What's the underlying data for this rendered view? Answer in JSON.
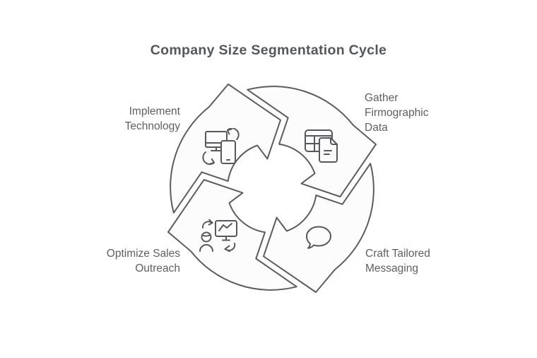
{
  "title": "Company Size Segmentation Cycle",
  "diagram": {
    "type": "cycle",
    "direction": "clockwise",
    "arrow_count": 4,
    "colors": {
      "arrow_outline": "#5b5d5f",
      "arrow_fill": "#fcfcfc",
      "icon_stroke": "#56585b",
      "label_text": "#5d5f62",
      "title_text": "#55575a",
      "background": "#ffffff"
    },
    "steps": [
      {
        "label": "Gather\nFirmographic\nData",
        "position": "top-right",
        "icon": "table-document-icon"
      },
      {
        "label": "Craft Tailored\nMessaging",
        "position": "bottom-right",
        "icon": "speech-bubble-icon"
      },
      {
        "label": "Optimize Sales\nOutreach",
        "position": "bottom-left",
        "icon": "person-chart-sync-icon"
      },
      {
        "label": "Implement\nTechnology",
        "position": "top-left",
        "icon": "device-sync-icon"
      }
    ]
  }
}
